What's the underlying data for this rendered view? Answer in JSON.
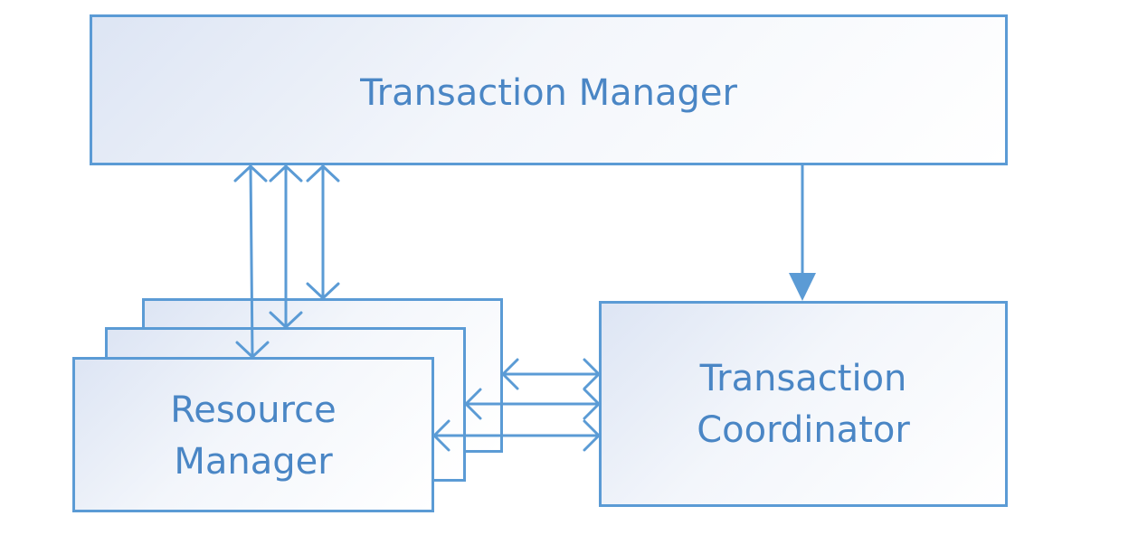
{
  "diagram": {
    "transaction_manager": {
      "label": "Transaction Manager"
    },
    "resource_manager": {
      "line1": "Resource",
      "line2": "Manager"
    },
    "transaction_coordinator": {
      "line1": "Transaction",
      "line2": "Coordinator"
    }
  },
  "colors": {
    "accent": "#5b9bd5",
    "text": "#4a86c5"
  }
}
